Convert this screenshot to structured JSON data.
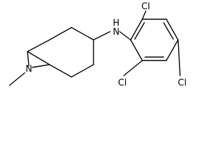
{
  "molecule": {
    "atoms": {
      "n_bridge": "N",
      "nh": "H",
      "nh_n": "N",
      "cl_top": "Cl",
      "cl_left": "Cl",
      "cl_right": "Cl"
    }
  }
}
